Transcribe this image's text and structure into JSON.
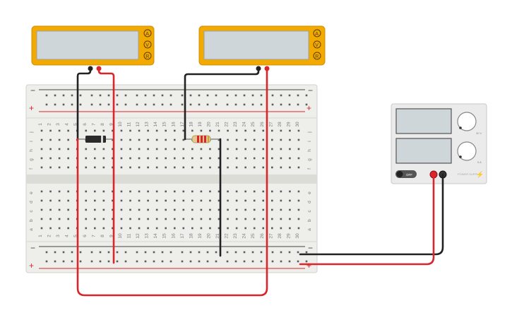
{
  "breadboard": {
    "top_rail_minus": "−",
    "top_rail_plus": "+",
    "bottom_rail_minus": "−",
    "bottom_rail_plus": "+",
    "upper_row_letters": [
      "j",
      "i",
      "h",
      "g",
      "f"
    ],
    "lower_row_letters": [
      "e",
      "d",
      "c",
      "b",
      "a"
    ],
    "column_numbers": [
      "1",
      "2",
      "3",
      "4",
      "5",
      "6",
      "7",
      "8",
      "9",
      "10",
      "11",
      "12",
      "13",
      "14",
      "15",
      "16",
      "17",
      "18",
      "19",
      "20",
      "21",
      "22",
      "23",
      "24",
      "25",
      "26",
      "27",
      "28",
      "29",
      "30"
    ]
  },
  "multimeter_left": {
    "mode_a": "A",
    "mode_v": "V",
    "mode_r": "R"
  },
  "multimeter_right": {
    "mode_a": "A",
    "mode_v": "V",
    "mode_r": "R"
  },
  "power_supply": {
    "off_label": "OFF",
    "brand_label": "POWER SUPPLY",
    "knob_top_label": "30 V",
    "knob_bottom_label": "5 A"
  },
  "colors": {
    "wire_red": "#d9262c",
    "wire_black": "#222222",
    "meter_body": "#f2a900",
    "meter_screen": "#cfd6d9",
    "breadboard": "#eeeeea",
    "rail_red": "#d9262c",
    "rail_dark": "#444444"
  }
}
